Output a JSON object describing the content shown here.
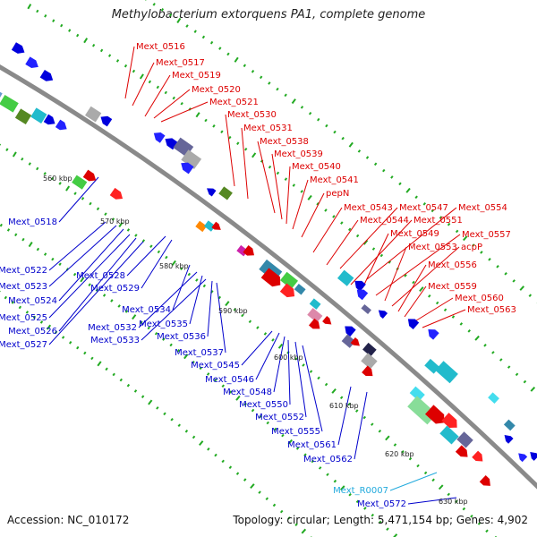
{
  "title": "Methylobacterium extorquens PA1, complete genome",
  "footer": {
    "accession": "Accession: NC_010172",
    "summary": "Topology: circular; Length: 5,471,154 bp; Genes: 4,902"
  },
  "colors": {
    "backbone": "#8a8a8a",
    "forward_label": "#dd0000",
    "reverse_label": "#0000cc",
    "rna_label": "#22aadd",
    "tick_dot": "#22aa22"
  },
  "tick_labels": [
    "560 kbp",
    "570 kbp",
    "580 kbp",
    "590 kbp",
    "600 kbp",
    "610 kbp",
    "620 kbp",
    "630 kbp"
  ],
  "forward_labels": [
    "Mext_0516",
    "Mext_0517",
    "Mext_0519",
    "Mext_0520",
    "Mext_0521",
    "Mext_0530",
    "Mext_0531",
    "Mext_0538",
    "Mext_0539",
    "Mext_0540",
    "Mext_0541",
    "pepN",
    "Mext_0543",
    "Mext_0547",
    "Mext_0554",
    "Mext_0544",
    "Mext_0551",
    "Mext_0549",
    "Mext_0557",
    "Mext_0553",
    "acpP",
    "Mext_0556",
    "Mext_0559",
    "Mext_0560",
    "Mext_0563"
  ],
  "reverse_labels": [
    "Mext_0518",
    "Mext_0522",
    "Mext_0523",
    "Mext_0524",
    "Mext_0525",
    "Mext_0526",
    "Mext_0527",
    "Mext_0528",
    "Mext_0529",
    "Mext_0534",
    "Mext_0532",
    "Mext_0535",
    "Mext_0533",
    "Mext_0536",
    "Mext_0537",
    "Mext_0545",
    "Mext_0546",
    "Mext_0548",
    "Mext_0550",
    "Mext_0552",
    "Mext_0555",
    "Mext_0561",
    "Mext_0562",
    "Mext_R0007",
    "Mext_0572"
  ]
}
